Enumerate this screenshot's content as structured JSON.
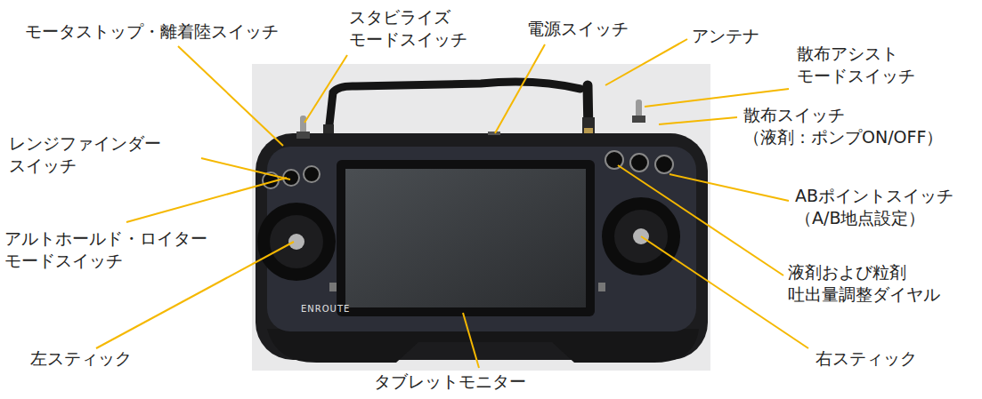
{
  "diagram": {
    "labels": [
      "モータストップ・離着陸スイッチ",
      "スタビライズ モードスイッチ",
      "電源スイッチ",
      "アンテナ",
      "散布アシスト モードスイッチ",
      "散布スイッチ （液剤：ポンプON/OFF）",
      "レンジファインダー スイッチ",
      "ABポイントスイッチ （A/B地点設定）",
      "アルトホールド・ロイター モードスイッチ",
      "液剤および粒剤 吐出量調整ダイヤル",
      "左スティック",
      "タブレットモニター",
      "右スティック",
      "ENROUTE"
    ]
  }
}
